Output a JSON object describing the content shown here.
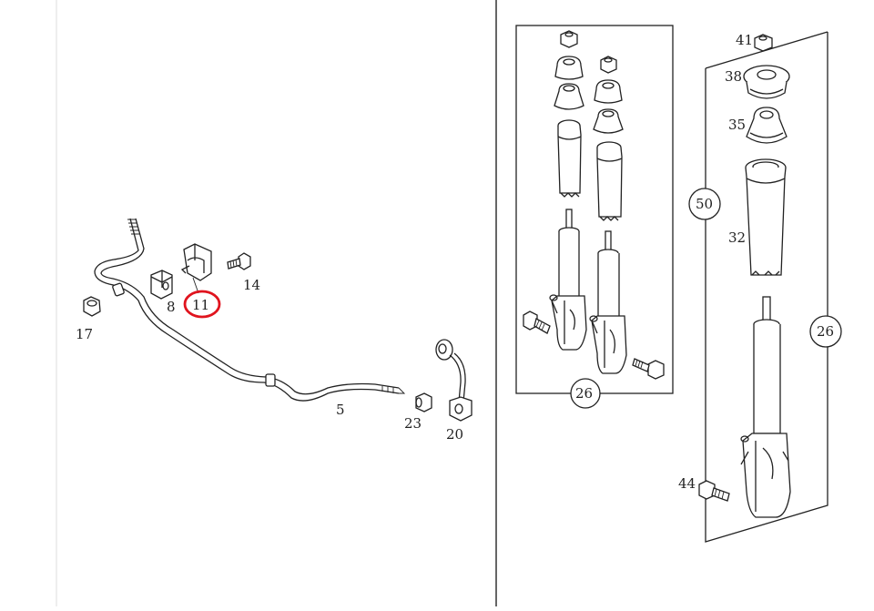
{
  "labels": {
    "l17": "17",
    "l8": "8",
    "l11": "11",
    "l14": "14",
    "l5": "5",
    "l23": "23",
    "l20": "20",
    "l26a": "26",
    "l41": "41",
    "l38": "38",
    "l35": "35",
    "l50": "50",
    "l32": "32",
    "l26b": "26",
    "l44": "44"
  },
  "colors": {
    "line": "#222222",
    "highlight": "#e0141e",
    "background": "#ffffff"
  },
  "highlight": {
    "target": "11"
  }
}
